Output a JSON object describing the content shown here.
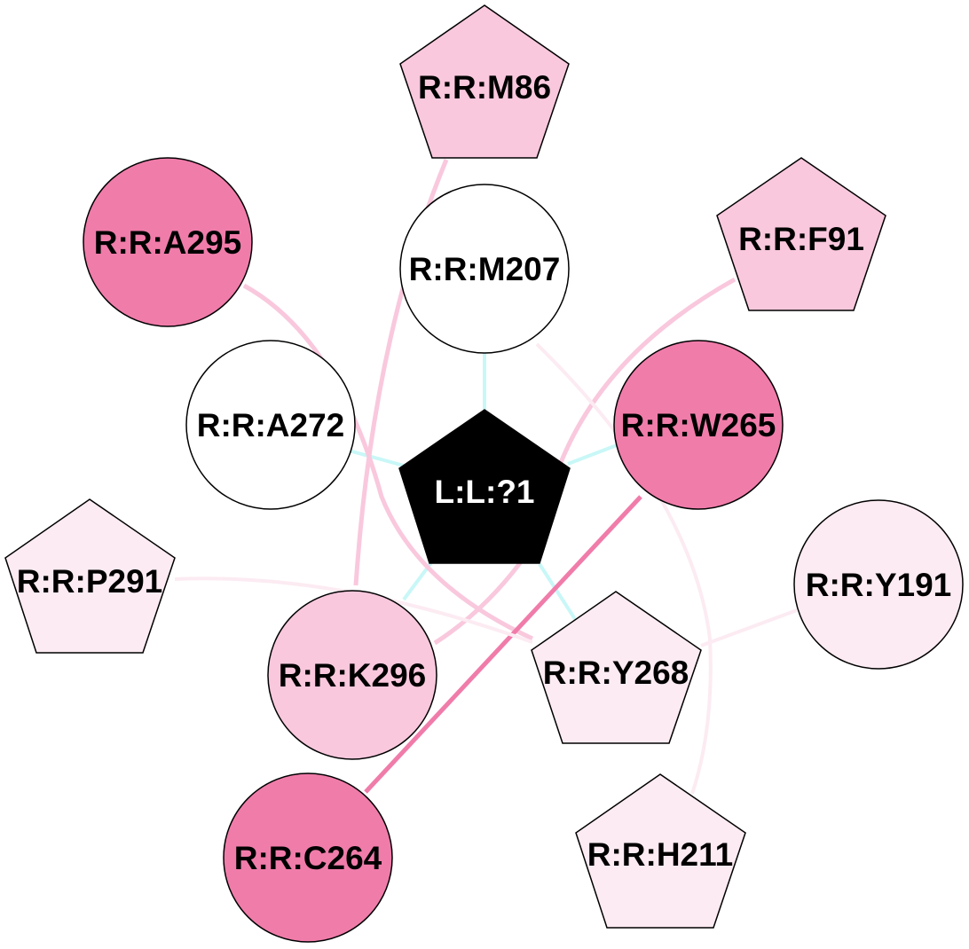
{
  "diagram": {
    "colors": {
      "pink_dark": "#f07caa",
      "pink_mid": "#f9c8dd",
      "pink_light": "#fcebf2",
      "white": "#ffffff",
      "black": "#000000",
      "cyan": "#c9f7f7"
    },
    "nodes": {
      "ligand": {
        "label": "L:L:?1",
        "shape": "pentagon",
        "fill": "#000000",
        "text_color": "#ffffff"
      },
      "m86": {
        "label": "R:R:M86",
        "shape": "pentagon",
        "fill": "#f9c8dd"
      },
      "a295": {
        "label": "R:R:A295",
        "shape": "circle",
        "fill": "#f07caa"
      },
      "m207": {
        "label": "R:R:M207",
        "shape": "circle",
        "fill": "#ffffff"
      },
      "f91": {
        "label": "R:R:F91",
        "shape": "pentagon",
        "fill": "#f9c8dd"
      },
      "a272": {
        "label": "R:R:A272",
        "shape": "circle",
        "fill": "#ffffff"
      },
      "w265": {
        "label": "R:R:W265",
        "shape": "circle",
        "fill": "#f07caa"
      },
      "p291": {
        "label": "R:R:P291",
        "shape": "pentagon",
        "fill": "#fcebf2"
      },
      "y191": {
        "label": "R:R:Y191",
        "shape": "circle",
        "fill": "#fcebf2"
      },
      "k296": {
        "label": "R:R:K296",
        "shape": "circle",
        "fill": "#f9c8dd"
      },
      "y268": {
        "label": "R:R:Y268",
        "shape": "pentagon",
        "fill": "#fcebf2"
      },
      "c264": {
        "label": "R:R:C264",
        "shape": "circle",
        "fill": "#f07caa"
      },
      "h211": {
        "label": "R:R:H211",
        "shape": "pentagon",
        "fill": "#fcebf2"
      }
    },
    "edges": [
      {
        "from": "ligand",
        "to": "m207",
        "color": "#c9f7f7"
      },
      {
        "from": "ligand",
        "to": "a272",
        "color": "#c9f7f7"
      },
      {
        "from": "ligand",
        "to": "w265",
        "color": "#c9f7f7"
      },
      {
        "from": "ligand",
        "to": "k296",
        "color": "#c9f7f7"
      },
      {
        "from": "ligand",
        "to": "y268",
        "color": "#c9f7f7"
      },
      {
        "from": "m86",
        "to": "k296",
        "color": "#f9c8dd"
      },
      {
        "from": "a295",
        "to": "y268",
        "color": "#f9c8dd"
      },
      {
        "from": "f91",
        "to": "k296",
        "color": "#f9c8dd"
      },
      {
        "from": "w265",
        "to": "c264",
        "color": "#f07caa"
      },
      {
        "from": "p291",
        "to": "y268",
        "color": "#fcebf2"
      },
      {
        "from": "m207",
        "to": "h211",
        "color": "#fcebf2"
      },
      {
        "from": "y191",
        "to": "y268",
        "color": "#fcebf2"
      }
    ]
  }
}
